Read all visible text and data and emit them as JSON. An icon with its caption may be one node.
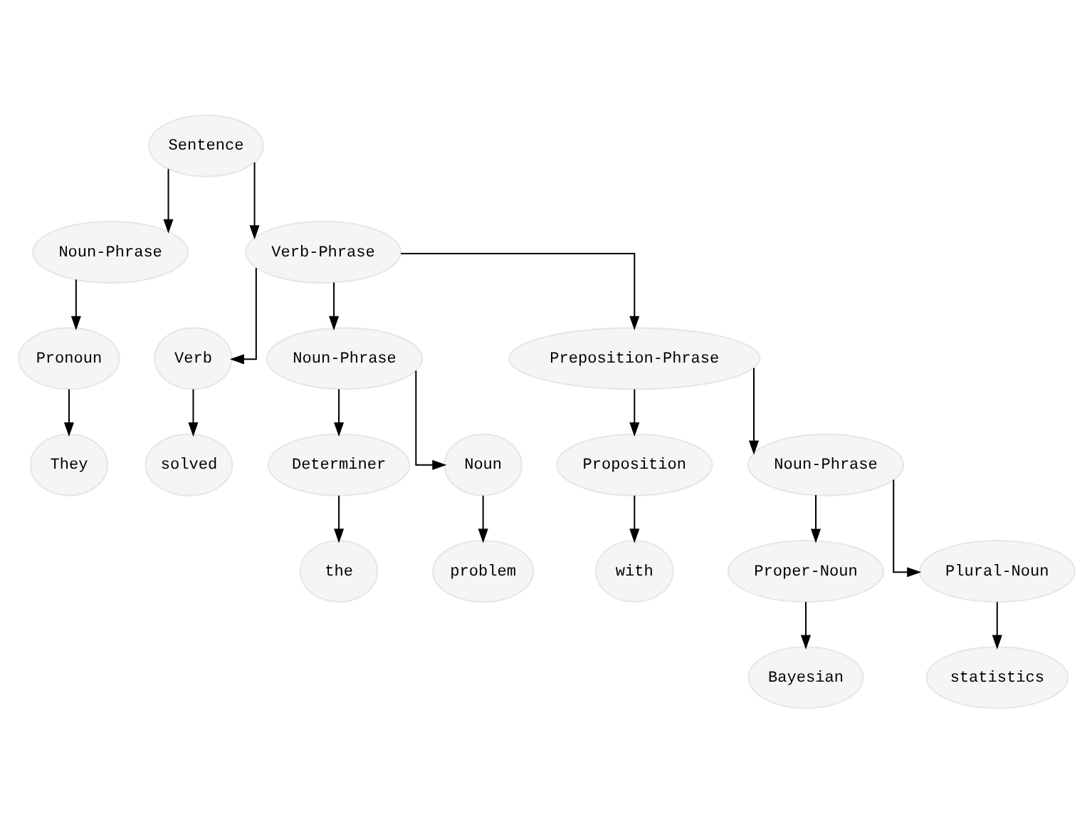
{
  "diagram": {
    "nodes": [
      {
        "text": [
          "Sentence"
        ]
      },
      {
        "text": [
          "Noun-Phrase"
        ]
      },
      {
        "text": [
          "Verb-Phrase"
        ]
      },
      {
        "text": [
          "Pronoun"
        ]
      },
      {
        "text": [
          "Verb"
        ]
      },
      {
        "text": [
          "Noun-Phrase"
        ]
      },
      {
        "text": [
          "Preposition-Phrase"
        ]
      },
      {
        "text": [
          "They"
        ]
      },
      {
        "text": [
          "solved"
        ]
      },
      {
        "text": [
          "Determiner"
        ]
      },
      {
        "text": [
          "Noun"
        ]
      },
      {
        "text": [
          "Proposition"
        ]
      },
      {
        "text": [
          "Noun-Phrase"
        ]
      },
      {
        "text": [
          "the"
        ]
      },
      {
        "text": [
          "problem"
        ]
      },
      {
        "text": [
          "with"
        ]
      },
      {
        "text": [
          "Proper-Noun"
        ]
      },
      {
        "text": [
          "Plural-Noun"
        ]
      },
      {
        "text": [
          "Bayesian"
        ]
      },
      {
        "text": [
          "statistics"
        ]
      }
    ],
    "edges": [
      {
        "from": 0,
        "to": 1,
        "arrow": "to"
      },
      {
        "from": 0,
        "to": 2,
        "arrow": "to"
      },
      {
        "from": 1,
        "to": 3,
        "arrow": "to"
      },
      {
        "from": 3,
        "to": 7,
        "arrow": "to"
      },
      {
        "from": 2,
        "to": 4,
        "arrow": "to"
      },
      {
        "from": 2,
        "to": 5,
        "arrow": "to"
      },
      {
        "from": 2,
        "to": 6,
        "arrow": "to"
      },
      {
        "from": 4,
        "to": 8,
        "arrow": "to"
      },
      {
        "from": 5,
        "to": 9,
        "arrow": "to"
      },
      {
        "from": 5,
        "to": 10,
        "arrow": "to"
      },
      {
        "from": 9,
        "to": 13,
        "arrow": "to"
      },
      {
        "from": 10,
        "to": 14,
        "arrow": "to"
      },
      {
        "from": 6,
        "to": 11,
        "arrow": "to"
      },
      {
        "from": 6,
        "to": 12,
        "arrow": "to"
      },
      {
        "from": 11,
        "to": 15,
        "arrow": "to"
      },
      {
        "from": 12,
        "to": 16,
        "arrow": "to"
      },
      {
        "from": 12,
        "to": 17,
        "arrow": "to"
      },
      {
        "from": 16,
        "to": 18,
        "arrow": "to"
      },
      {
        "from": 17,
        "to": 19,
        "arrow": "to"
      }
    ]
  }
}
